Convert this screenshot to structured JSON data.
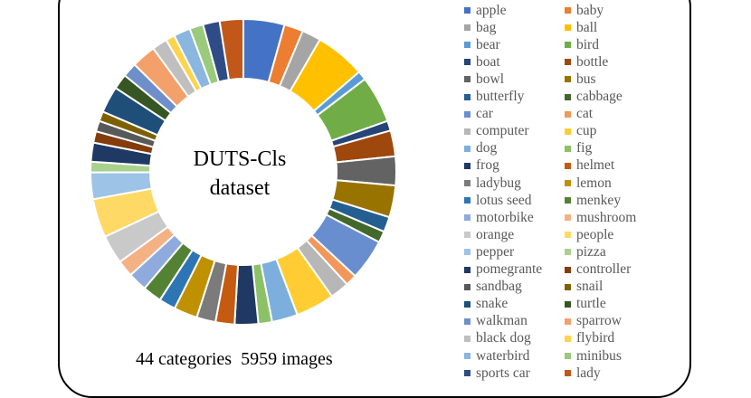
{
  "chart_data": {
    "type": "pie",
    "center_label": [
      "DUTS-Cls",
      "dataset"
    ],
    "summary": "44 categories  5959 images",
    "legend_placement": "right",
    "categories": [
      "apple",
      "baby",
      "bag",
      "ball",
      "bear",
      "bird",
      "boat",
      "bottle",
      "bowl",
      "bus",
      "butterfly",
      "cabbage",
      "car",
      "cat",
      "computer",
      "cup",
      "dog",
      "fig",
      "frog",
      "helmet",
      "ladybug",
      "lemon",
      "lotus seed",
      "menkey",
      "motorbike",
      "mushroom",
      "orange",
      "people",
      "pepper",
      "pizza",
      "pomegrante",
      "controller",
      "sandbag",
      "snail",
      "snake",
      "turtle",
      "walkman",
      "sparrow",
      "black dog",
      "flybird",
      "waterbird",
      "minibus",
      "sports car",
      "lady"
    ],
    "values": [
      270,
      125,
      125,
      330,
      60,
      310,
      65,
      170,
      190,
      210,
      100,
      75,
      270,
      75,
      125,
      255,
      170,
      90,
      155,
      125,
      125,
      155,
      110,
      125,
      125,
      110,
      190,
      255,
      175,
      70,
      125,
      75,
      70,
      65,
      175,
      100,
      95,
      160,
      100,
      60,
      110,
      90,
      110,
      155
    ],
    "colors": [
      "#4472C4",
      "#ED7D31",
      "#A5A5A5",
      "#FFC000",
      "#5B9BD5",
      "#70AD47",
      "#264478",
      "#9E480E",
      "#636363",
      "#997300",
      "#255E91",
      "#43682B",
      "#698ED0",
      "#F1975A",
      "#B7B7B7",
      "#FFCD33",
      "#7CAFDD",
      "#8CC168",
      "#203864",
      "#C55A11",
      "#7B7B7B",
      "#BF9000",
      "#2E75B6",
      "#548235",
      "#8FAADC",
      "#F4B183",
      "#C9C9C9",
      "#FFD966",
      "#9DC3E6",
      "#A9D18E",
      "#1F3864",
      "#843C0C",
      "#595959",
      "#7F6000",
      "#1F4E79",
      "#375623",
      "#6F8FCB",
      "#F4A06A",
      "#BFBFBF",
      "#FFD34D",
      "#8AB6E0",
      "#9ACA7C",
      "#2F4C87",
      "#C2571A"
    ]
  }
}
